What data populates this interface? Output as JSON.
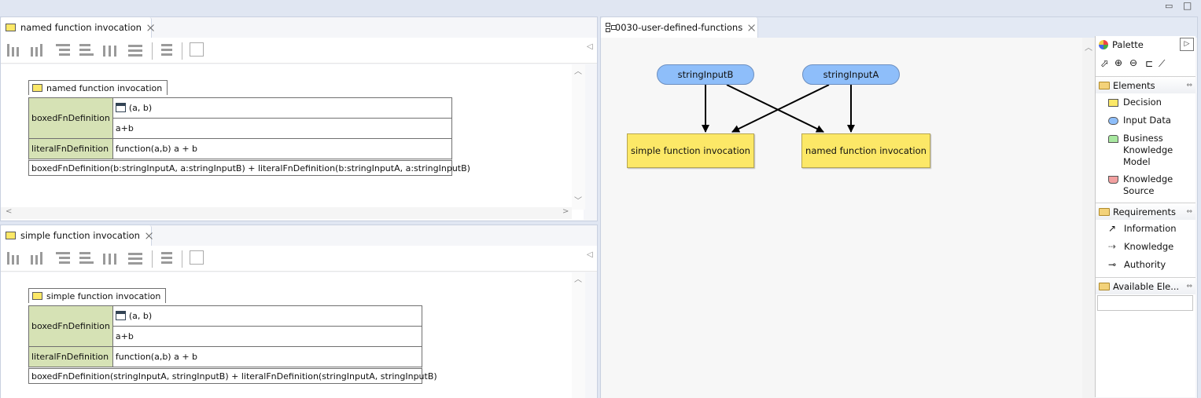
{
  "window_controls": {
    "minimize": "▭",
    "maximize": "□"
  },
  "top_pane": {
    "tab_title": "named function invocation",
    "expression_title": "named function invocation",
    "rows": [
      {
        "label": "boxedFnDefinition",
        "params": "(a, b)",
        "body": "a+b"
      },
      {
        "label": "literalFnDefinition",
        "body": "function(a,b) a + b"
      }
    ],
    "result": "boxedFnDefinition(b:stringInputA, a:stringInputB) + literalFnDefinition(b:stringInputA, a:stringInputB)"
  },
  "bottom_pane": {
    "tab_title": "simple function invocation",
    "expression_title": "simple function invocation",
    "rows": [
      {
        "label": "boxedFnDefinition",
        "params": "(a, b)",
        "body": "a+b"
      },
      {
        "label": "literalFnDefinition",
        "body": "function(a,b) a + b"
      }
    ],
    "result": "boxedFnDefinition(stringInputA, stringInputB) + literalFnDefinition(stringInputA, stringInputB)"
  },
  "diagram": {
    "tab_title": "0030-user-defined-functions",
    "nodes": {
      "input_b": "stringInputB",
      "input_a": "stringInputA",
      "decision_simple": "simple function invocation",
      "decision_named": "named function invocation"
    }
  },
  "palette": {
    "title": "Palette",
    "elements_header": "Elements",
    "elements": [
      {
        "label": "Decision",
        "color": "#fce867"
      },
      {
        "label": "Input Data",
        "color": "#8ebefa"
      },
      {
        "label": "Business Knowledge Model",
        "color": "#a8e8a0"
      },
      {
        "label": "Knowledge Source",
        "color": "#f2a0a0"
      }
    ],
    "requirements_header": "Requirements",
    "requirements": [
      {
        "label": "Information"
      },
      {
        "label": "Knowledge"
      },
      {
        "label": "Authority"
      }
    ],
    "available_header": "Available Ele..."
  }
}
